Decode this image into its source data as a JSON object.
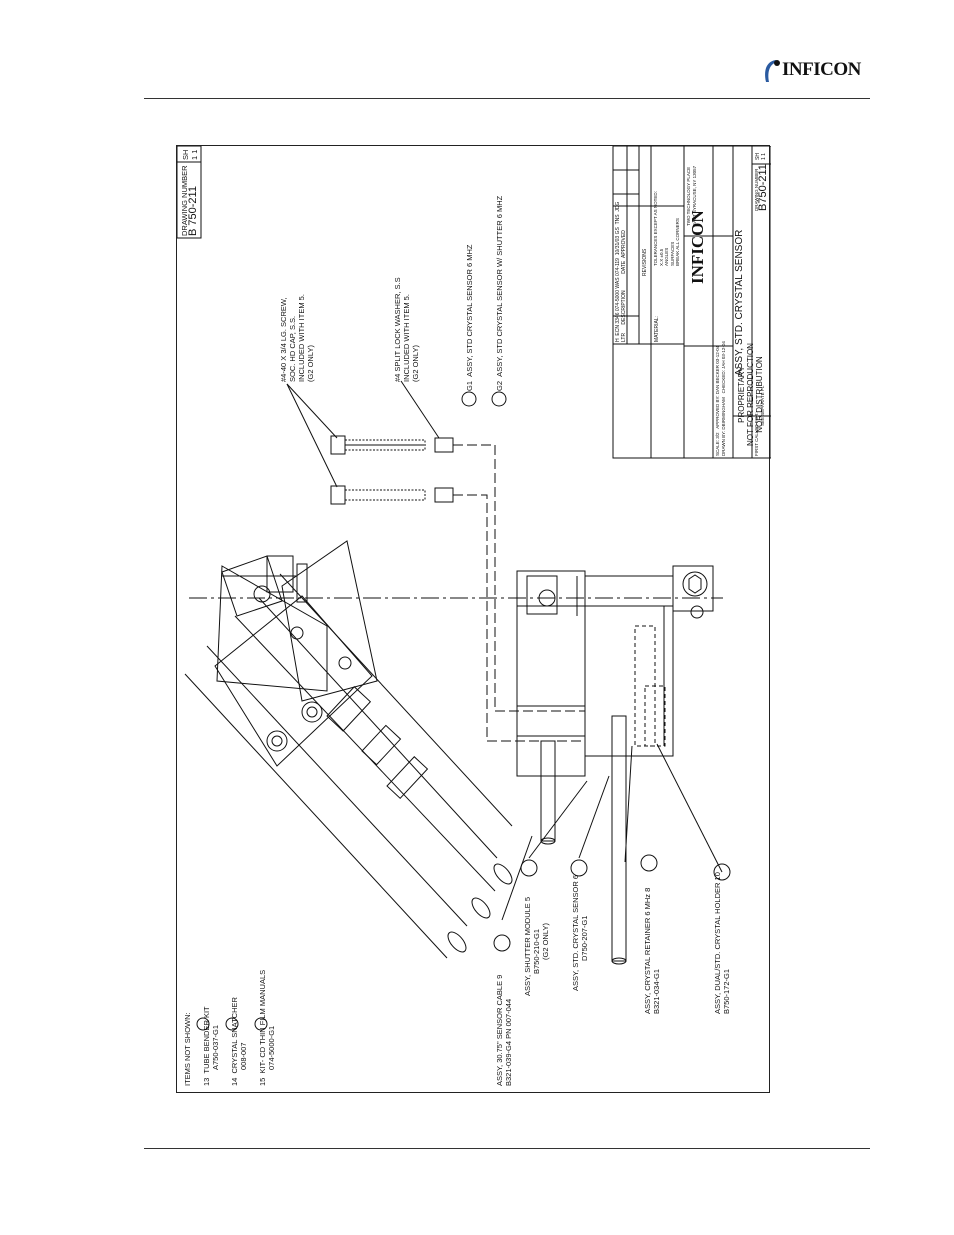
{
  "header": {
    "brand": "INFICON"
  },
  "drawing": {
    "corner_box": {
      "label": "DRAWING NUMBER",
      "number": "B 750-211",
      "sheet_label": "SH",
      "sheet": "1 1"
    },
    "notes": {
      "screw_lines": [
        "#4-40 X 3/4 LG. SCREW,",
        "SOC. HD CAP, S.S.",
        "INCLUDED WITH ITEM 5.",
        "(G2 ONLY)"
      ],
      "washer_lines": [
        "#4 SPLIT LOCK WASHER, S.S",
        "INCLUDED WITH ITEM 5.",
        "(G2 ONLY)"
      ]
    },
    "groups": [
      {
        "id": "G1",
        "text": "ASSY, STD CRYSTAL SENSOR 6 MHZ"
      },
      {
        "id": "G2",
        "text": "ASSY, STD CRYSTAL SENSOR W/ SHUTTER 6 MHZ"
      }
    ],
    "items_not_shown": {
      "heading": "ITEMS NOT SHOWN:",
      "items": [
        {
          "num": "13",
          "name": "TUBE BENDER KIT",
          "part": "A750-037-G1"
        },
        {
          "num": "14",
          "name": "CRYSTAL SNATCHER",
          "part": "008-007"
        },
        {
          "num": "15",
          "name": "KIT- CD THIN FILM MANUALS",
          "part": "074-5000-G1"
        }
      ]
    },
    "callouts": [
      {
        "num": "9",
        "lines": [
          "ASSY, 30.75\" SENSOR CABLE",
          "B321-039-G4   PN 007-044"
        ]
      },
      {
        "num": "5",
        "lines": [
          "ASSY, SHUTTER MODULE",
          "B750-210-G1",
          "(G2 ONLY)"
        ]
      },
      {
        "num": "6",
        "lines": [
          "ASSY, STD. CRYSTAL SENSOR",
          "D750-207-G1"
        ]
      },
      {
        "num": "8",
        "lines": [
          "ASSY, CRYSTAL RETAINER 6 MHz",
          "B321-034-G1"
        ]
      },
      {
        "num": "10",
        "lines": [
          "ASSY, DUAL/STD. CRYSTAL HOLDER",
          "B750-172-G1"
        ]
      }
    ],
    "proprietary": [
      "PROPRIETARY",
      "NOT FOR REPRODUCTION",
      "NOR DISTRIBUTION"
    ],
    "title_block": {
      "revision_row": {
        "ltr": "H",
        "ecn": "ECN 3346 074-5000 WAS 074-119",
        "date": "10/31/03 GS",
        "initials": "TNS",
        "ok": "JDG"
      },
      "rev_headers": {
        "ltr": "LTR",
        "description": "DESCRIPTION",
        "date": "DATE",
        "approved": "APPROVED"
      },
      "revisions_label": "REVISIONS",
      "material_label": "MATERIAL:",
      "tolerances": [
        "TOLERANCES EXCEPT AS NOTED:",
        "X.X     ±0.5",
        "ANGLES",
        "SURFACES",
        "BREAK ALL CORNERS"
      ],
      "address": [
        "TWO TECHNOLOGY PLACE",
        "EAST SYRACUSE, NY 13057"
      ],
      "scale": "SCALE: 3/2",
      "drawn_by": "DRAWN BY: DBIRMINGHAM",
      "approved_by": "APPROVED BY: DAN BECKER 03-12-04",
      "checked": "CHECKED: JAH 03-12-04",
      "title": "ASSY, STD. CRYSTAL SENSOR",
      "first_called": "FIRST CALLED FOR:",
      "see_parts": "SEE SEPARATE PL",
      "drawing_number_label": "DRAWING NUMBER",
      "drawing_number": "B750-211",
      "sheet_label": "SH",
      "sheet": "1 1"
    }
  }
}
